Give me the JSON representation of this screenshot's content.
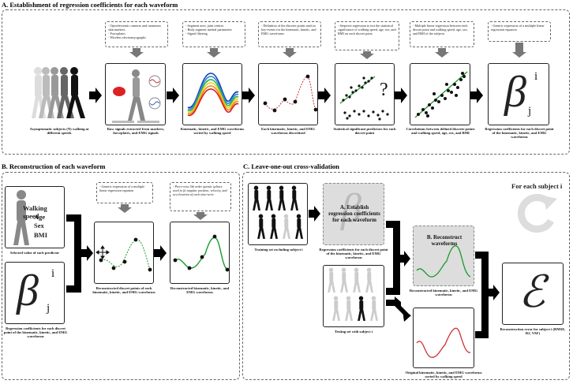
{
  "sectionA": {
    "title": "A. Establishment of regression coefficients for each waveform",
    "captions": [
      "Asymptomatic subjects (N) walking at different speeds",
      "Raw signals extracted from markers, forceplates, and EMG signals",
      "Kinematic, kinetic, and EMG waveforms sorted by walking speed",
      "Each kinematic, kinetic, and EMG waveforms discretised",
      "Statistical significant predictors for each discret point",
      "Correlations between defined discrete points and walking speed, age, sex, and BMI",
      "Regression coefficients for each discret point of the kinematic, kinetic, and EMG waveforms"
    ],
    "notes": [
      [
        "- Optoelectronic cameras and cutaneous skin markers",
        "- Forceplates",
        "- Wireless electromyographs"
      ],
      [
        "- Segment axes, joint centres",
        "- Body segment inertial parameters",
        "- Signal filtering"
      ],
      [
        "- Definition of the discrete points used as key-events for the kinematic, kinetic, and EMG waveforms"
      ],
      [
        "- Stepwise regression to test the statistical significance of walking speed, age, sex, and BMI on each discret point"
      ],
      [
        "- Multiple linear regression between each discret point and walking speed, age, sex, and BMI of the subjects"
      ],
      [
        "- Generic expression of a multiple linear regression equation"
      ]
    ],
    "question_mark": "?",
    "beta_symbol": "β",
    "beta_sup": "i",
    "beta_sub": "j"
  },
  "sectionB": {
    "title": "B. Reconstruction of each waveform",
    "predictors": [
      "Walking speed",
      "Age",
      "Sex",
      "BMI"
    ],
    "captions": [
      "Selected value of each predictor",
      "Regression coefficients for each discret point of the kinematic, kinetic, and EMG waveforms",
      "Reconstructed discret points of each kinematic, kinetic, and EMG waveforms",
      "Reconstructed kinematic, kinetic, and EMG waveforms"
    ],
    "notes": [
      [
        "- Generic expression of a multiple linear regression equation"
      ],
      [
        "- Piece-wise 5th order quintic splines used to fit angular position, velocity, and acceleration of each time-serie"
      ]
    ],
    "beta_symbol": "β",
    "beta_sup": "i",
    "beta_sub": "j"
  },
  "sectionC": {
    "title": "C. Leave-one-out cross-validation",
    "for_each": "For each subject i",
    "captions": [
      "Training set excluding subject i",
      "Regression coefficients for each discret point of the kinematic, kinetic, and EMG waveforms",
      "Reconstructed kinematic, kinetic, and EMG waveforms",
      "Testing set with subject i",
      "Original kinematic, kinetic, and EMG waveforms sorted by walking speed",
      "Reconstruction error for subject i (RMSE, R2, VAF)"
    ],
    "step_a": "A. Establish regression coefficients for each waveform",
    "step_b": "B. Reconstruct waveforms",
    "epsilon": "ℰ"
  }
}
